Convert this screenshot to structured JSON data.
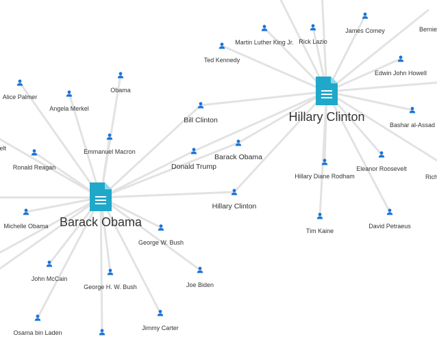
{
  "colors": {
    "person_icon": "#1a73d9",
    "document_icon": "#1fa8c9",
    "edge": "#e2e2e2"
  },
  "icons": {
    "person": "person-icon",
    "document": "document-icon"
  },
  "hubs": [
    {
      "id": "obama",
      "label": "Barack Obama"
    },
    {
      "id": "clinton",
      "label": "Hillary Clinton"
    }
  ],
  "people": [
    {
      "id": "mlk",
      "label": "Martin Luther King Jr."
    },
    {
      "id": "lazio",
      "label": "Rick Lazio"
    },
    {
      "id": "comey",
      "label": "James Comey"
    },
    {
      "id": "bernie",
      "label": "Bernie"
    },
    {
      "id": "kennedy",
      "label": "Ted Kennedy"
    },
    {
      "id": "howell",
      "label": "Edwin John Howell"
    },
    {
      "id": "bill",
      "label": "Bill Clinton"
    },
    {
      "id": "assad",
      "label": "Bashar al-Assad"
    },
    {
      "id": "trump",
      "label": "Donald Trump"
    },
    {
      "id": "obama2",
      "label": "Barack Obama"
    },
    {
      "id": "roosevelt",
      "label": "Eleanor Roosevelt"
    },
    {
      "id": "rodham",
      "label": "Hillary Diane Rodham"
    },
    {
      "id": "rich",
      "label": "Rich"
    },
    {
      "id": "clinton2",
      "label": "Hillary Clinton"
    },
    {
      "id": "kaine",
      "label": "Tim Kaine"
    },
    {
      "id": "petraeus",
      "label": "David Petraeus"
    },
    {
      "id": "palmer",
      "label": "Alice Palmer"
    },
    {
      "id": "merkel",
      "label": "Angela Merkel"
    },
    {
      "id": "obama3",
      "label": "Obama"
    },
    {
      "id": "velt",
      "label": "velt"
    },
    {
      "id": "macron",
      "label": "Emmanuel Macron"
    },
    {
      "id": "reagan",
      "label": "Ronald Reagan"
    },
    {
      "id": "michelle",
      "label": "Michelle Obama"
    },
    {
      "id": "gwbush",
      "label": "George W. Bush"
    },
    {
      "id": "mccain",
      "label": "John McCain"
    },
    {
      "id": "ghwbush",
      "label": "George H. W. Bush"
    },
    {
      "id": "biden",
      "label": "Joe Biden"
    },
    {
      "id": "binladen",
      "label": "Osama bin Laden"
    },
    {
      "id": "carter",
      "label": "Jimmy Carter"
    },
    {
      "id": "unlabeled1",
      "label": ""
    },
    {
      "id": "unlabeled2",
      "label": ""
    }
  ]
}
